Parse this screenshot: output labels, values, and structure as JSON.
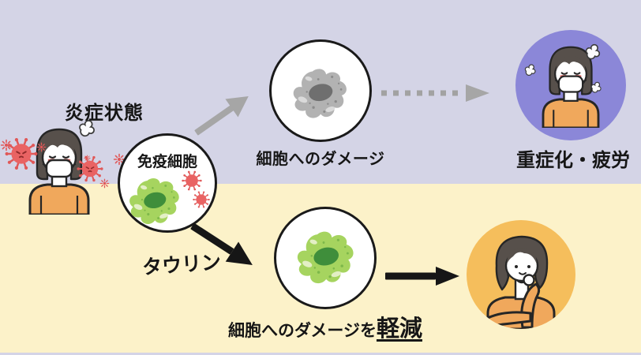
{
  "colors": {
    "bg_top": "#d4d4e6",
    "bg_bottom": "#fcf2c9",
    "severe_circle_fill": "#8b87d8",
    "recovery_circle_fill": "#f5be5c",
    "arrow_gray": "#a6a6a6",
    "arrow_black": "#161616",
    "virus_red": "#e05858",
    "cell_green": "#a6d45f",
    "cell_gray": "#b2b2b2",
    "shirt_orange": "#f0a85c"
  },
  "labels": {
    "inflammation": "炎症状態",
    "immune_cell": "免疫細胞",
    "cell_damage": "細胞へのダメージ",
    "severe_fatigue": "重症化・疲労",
    "taurine": "タウリン",
    "reduce_damage_prefix": "細胞へのダメージを",
    "reduce_damage_emphasis": "軽減"
  }
}
